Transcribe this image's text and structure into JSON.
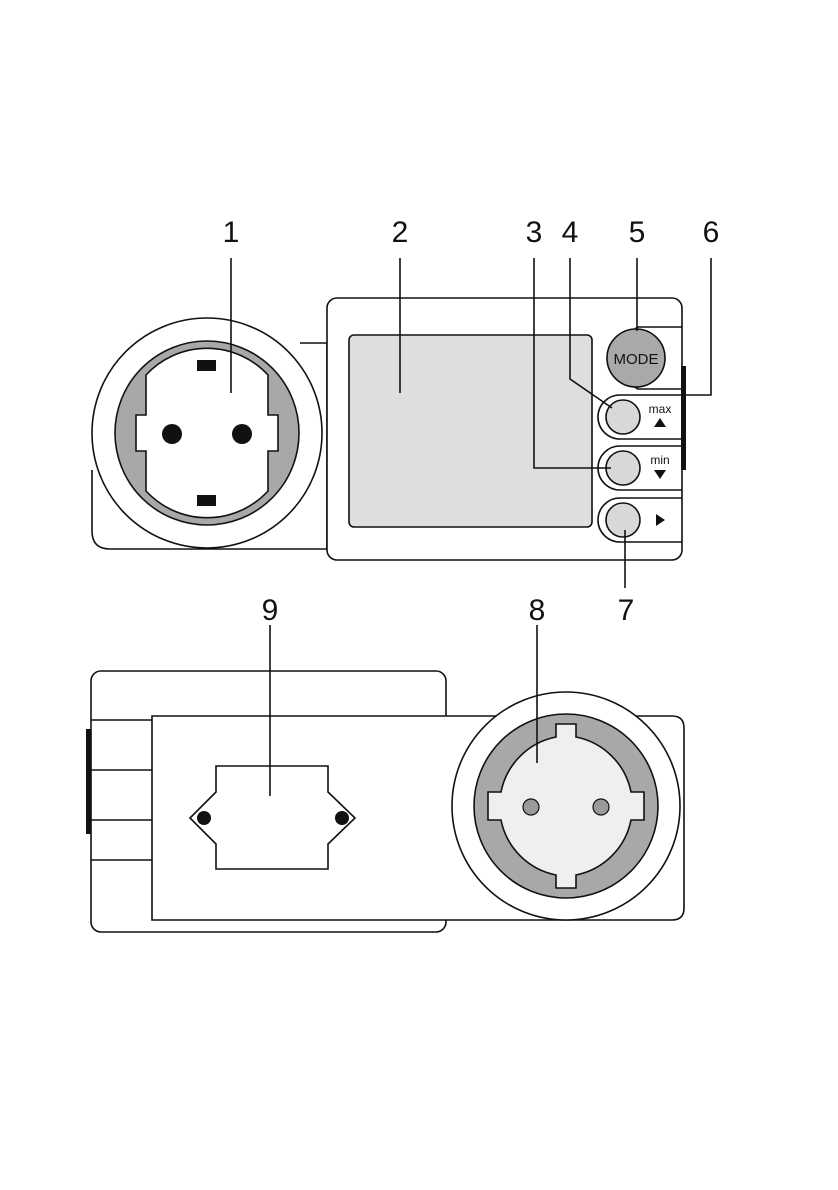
{
  "callouts": {
    "c1": "1",
    "c2": "2",
    "c3": "3",
    "c4": "4",
    "c5": "5",
    "c6": "6",
    "c7": "7",
    "c8": "8",
    "c9": "9"
  },
  "buttons": {
    "mode": "MODE",
    "max": "max",
    "min": "min"
  },
  "icons": {
    "up": "triangle-up-icon",
    "down": "triangle-down-icon",
    "next": "triangle-right-icon"
  },
  "colors": {
    "outline": "#111111",
    "ring_gray": "#a8a8a8",
    "socket_light": "#efefef",
    "display_gray": "#dedede",
    "mode_button": "#a9a9a9",
    "small_button": "#d8d8d8",
    "pin_gray": "#9a9a9a"
  }
}
